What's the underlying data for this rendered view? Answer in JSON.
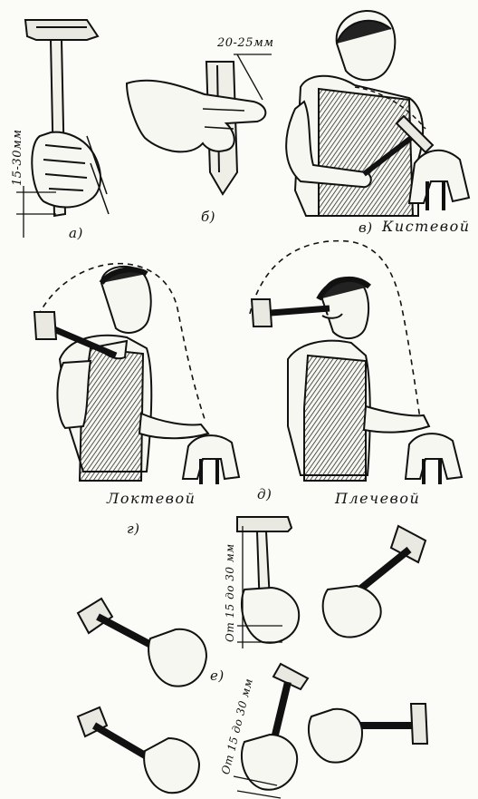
{
  "labels": {
    "a": "а)",
    "b": "б)",
    "v": "в)",
    "g": "г)",
    "d": "д)",
    "e": "е)",
    "kistevoy": "Кистевой",
    "loktevoy": "Локтевой",
    "plechevoy": "Плечевой"
  },
  "dimensions": {
    "grip_length": "15-30мм",
    "chisel_protrusion": "20-25мм",
    "grip_range_1": "От 15 до 30 мм",
    "grip_range_2": "От 15 до 30 мм"
  }
}
